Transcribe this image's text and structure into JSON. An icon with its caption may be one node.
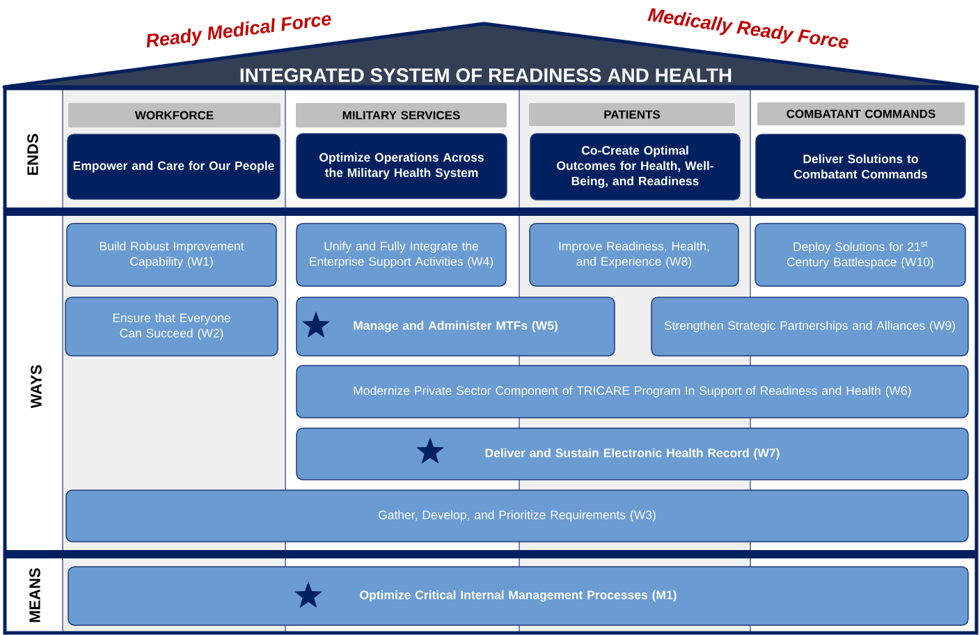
{
  "diagram": {
    "title": "INTEGRATED SYSTEM OF READINESS AND HEALTH",
    "nodes": [
      {
        "text": [
          "WORKFORCE"
        ]
      },
      {
        "text": [
          "MILITARY SERVICES"
        ]
      },
      {
        "text": [
          "PATIENTS"
        ]
      },
      {
        "text": [
          "COMBATANT COMMANDS"
        ]
      },
      {
        "text": [
          "Empower and Care for Our People"
        ]
      },
      {
        "text": [
          "Optimize Operations Across the Military Health System"
        ]
      },
      {
        "text": [
          "Co-Create Optimal Outcomes for Health, Well-Being, and Readiness"
        ]
      },
      {
        "text": [
          "Deliver Solutions to Combatant Commands"
        ]
      },
      {
        "text": [
          "Build Robust Improvement Capability (W1)"
        ]
      },
      {
        "text": [
          "Unify and Fully Integrate the Enterprise Support Activities (W4)"
        ]
      },
      {
        "text": [
          "Improve Readiness, Health, and Experience (W8)"
        ]
      },
      {
        "text": [
          "Deploy Solutions for 21$^{st}$ Century Battlespace (W10)"
        ]
      },
      {
        "text": [
          "Ensure that Everyone Can Succeed (W2)"
        ]
      },
      {
        "text": [
          "Manage and Administer MTFs (W5)"
        ]
      },
      {
        "text": [
          "Strengthen Strategic Partnerships and Alliances (W9)"
        ]
      },
      {
        "text": [
          "Modernize Private Sector Component of TRICARE Program In Support of Readiness and Health (W6)"
        ]
      },
      {
        "text": [
          "Deliver and Sustain Electronic Health Record (W7)"
        ]
      },
      {
        "text": [
          "Gather, Develop, and Prioritize Requirements (W3)"
        ]
      },
      {
        "text": [
          "Optimize Critical Internal Management Processes (M1)"
        ]
      }
    ],
    "labels": [
      "Ready Medical Force",
      "Medically Ready Force",
      "ENDS",
      "WAYS",
      "MEANS"
    ]
  }
}
